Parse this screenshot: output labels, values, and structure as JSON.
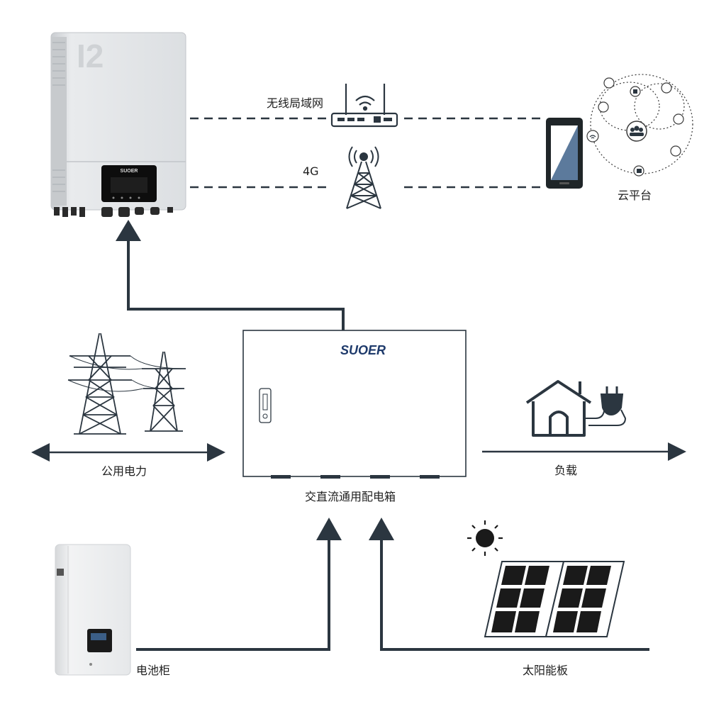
{
  "inverter": {
    "model_mark": "I2",
    "brand": "SUOER"
  },
  "cabinet": {
    "brand": "SUOER",
    "label": "交直流通用配电箱"
  },
  "links": {
    "wifi_label": "无线局域网",
    "cellular_label": "4G"
  },
  "cloud": {
    "label": "云平台"
  },
  "grid": {
    "label": "公用电力"
  },
  "load": {
    "label": "负载"
  },
  "battery": {
    "label": "电池柜"
  },
  "solar": {
    "label": "太阳能板"
  },
  "colors": {
    "line": "#2b3640",
    "device_silver": "#e4e6e8",
    "screen": "#0d0d0d",
    "phone_screen": "#5c7a9c"
  }
}
